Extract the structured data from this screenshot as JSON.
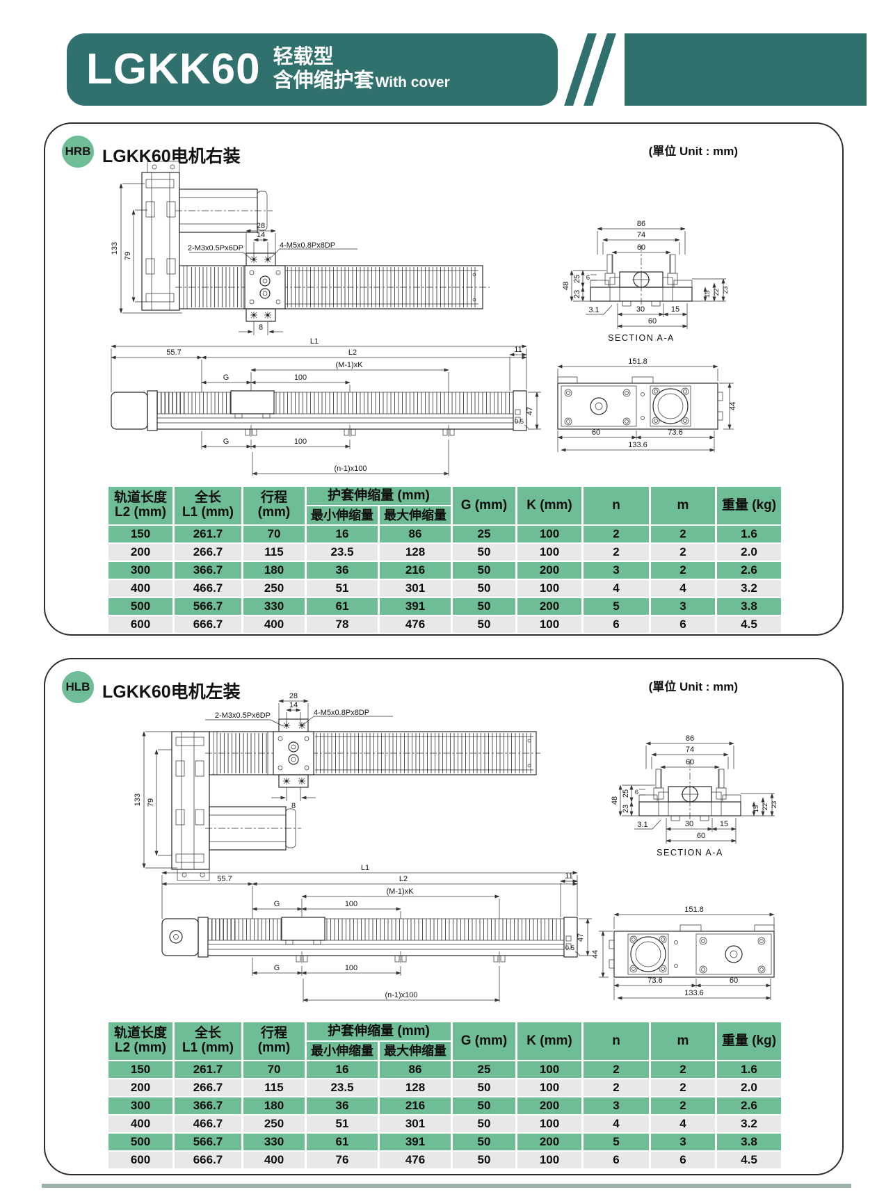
{
  "colors": {
    "teal": "#30716e",
    "green": "#6fbd97",
    "row_gray": "#e8e8e8"
  },
  "header": {
    "model": "LGKK60",
    "subtitle_line1": "轻载型",
    "subtitle_line2": "含伸缩护套",
    "subtitle_en": "With cover"
  },
  "sections": [
    {
      "badge": "HRB",
      "title": "LGKK60电机右装",
      "unit_note": "(單位 Unit : mm)"
    },
    {
      "badge": "HLB",
      "title": "LGKK60电机左装",
      "unit_note": "(單位 Unit : mm)"
    }
  ],
  "dims": {
    "d133": "133",
    "d79": "79",
    "d28": "28",
    "d14": "14",
    "d8": "8",
    "thread2": "2-M3x0.5Px6DP",
    "thread4": "4-M5x0.8Px8DP",
    "sec": {
      "d86": "86",
      "d74": "74",
      "d60": "60",
      "d48": "48",
      "d25": "25",
      "d23a": "23",
      "d6": "6",
      "d15r": "15",
      "d22": "22",
      "d23b": "23",
      "d31": "3.1",
      "d30": "30",
      "d15b": "15",
      "d60b": "60",
      "caption": "SECTION A-A"
    },
    "side": {
      "L1": "L1",
      "d557": "55.7",
      "L2": "L2",
      "mk": "(M-1)xK",
      "G": "G",
      "d100": "100",
      "d11": "11",
      "d47": "47",
      "d05": "0.5",
      "n100": "(n-1)x100"
    },
    "end": {
      "d1518": "151.8",
      "d44": "44",
      "d60": "60",
      "d736": "73.6",
      "d1336": "133.6"
    }
  },
  "table": {
    "header": {
      "c1a": "轨道长度",
      "c1b": "L2 (mm)",
      "c2a": "全长",
      "c2b": "L1 (mm)",
      "c3a": "行程",
      "c3b": "(mm)",
      "group": "护套伸缩量 (mm)",
      "g1": "最小伸缩量",
      "g2": "最大伸缩量",
      "c6": "G (mm)",
      "c7": "K (mm)",
      "c8": "n",
      "c9": "m",
      "c10": "重量 (kg)"
    },
    "rows_hrb": [
      [
        "150",
        "261.7",
        "70",
        "16",
        "86",
        "25",
        "100",
        "2",
        "2",
        "1.6"
      ],
      [
        "200",
        "266.7",
        "115",
        "23.5",
        "128",
        "50",
        "100",
        "2",
        "2",
        "2.0"
      ],
      [
        "300",
        "366.7",
        "180",
        "36",
        "216",
        "50",
        "200",
        "3",
        "2",
        "2.6"
      ],
      [
        "400",
        "466.7",
        "250",
        "51",
        "301",
        "50",
        "100",
        "4",
        "4",
        "3.2"
      ],
      [
        "500",
        "566.7",
        "330",
        "61",
        "391",
        "50",
        "200",
        "5",
        "3",
        "3.8"
      ],
      [
        "600",
        "666.7",
        "400",
        "78",
        "476",
        "50",
        "100",
        "6",
        "6",
        "4.5"
      ]
    ],
    "rows_hlb": [
      [
        "150",
        "261.7",
        "70",
        "16",
        "86",
        "25",
        "100",
        "2",
        "2",
        "1.6"
      ],
      [
        "200",
        "266.7",
        "115",
        "23.5",
        "128",
        "50",
        "100",
        "2",
        "2",
        "2.0"
      ],
      [
        "300",
        "366.7",
        "180",
        "36",
        "216",
        "50",
        "200",
        "3",
        "2",
        "2.6"
      ],
      [
        "400",
        "466.7",
        "250",
        "51",
        "301",
        "50",
        "100",
        "4",
        "4",
        "3.2"
      ],
      [
        "500",
        "566.7",
        "330",
        "61",
        "391",
        "50",
        "200",
        "5",
        "3",
        "3.8"
      ],
      [
        "600",
        "666.7",
        "400",
        "76",
        "476",
        "50",
        "100",
        "6",
        "6",
        "4.5"
      ]
    ]
  }
}
